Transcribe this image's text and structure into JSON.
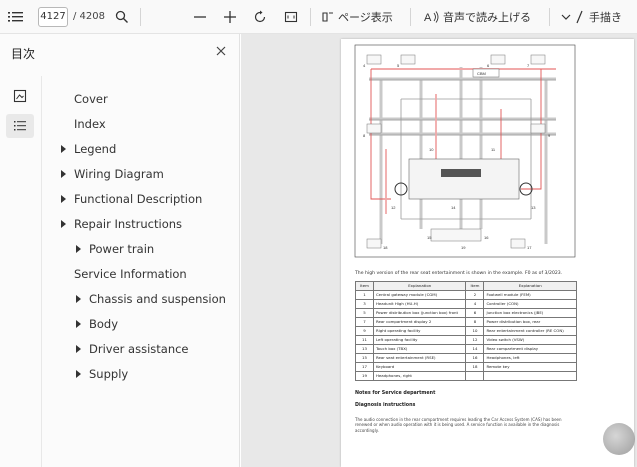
{
  "toolbar": {
    "current_page": "4127",
    "total_pages": "/ 4208",
    "page_view_label": "ページ表示",
    "read_aloud_label": "音声で読み上げる",
    "draw_label": "手描き"
  },
  "sidebar": {
    "title": "目次",
    "items": [
      {
        "label": "Cover"
      },
      {
        "label": "Index"
      },
      {
        "label": "Legend"
      },
      {
        "label": "Wiring Diagram"
      },
      {
        "label": "Functional Description"
      },
      {
        "label": "Repair Instructions"
      },
      {
        "label": "Power train"
      },
      {
        "label": "Service Information"
      },
      {
        "label": "Chassis and suspension"
      },
      {
        "label": "Body"
      },
      {
        "label": "Driver assistance"
      },
      {
        "label": "Supply"
      }
    ]
  },
  "document": {
    "diagram": {
      "labels": [
        "4",
        "5",
        "6",
        "7",
        "8",
        "9",
        "10",
        "11",
        "12",
        "13",
        "14",
        "15",
        "16",
        "17",
        "18",
        "19"
      ],
      "box_label": "CBM"
    },
    "caption": "The high version of the rear seat entertainment is shown in the example. F0 as of 3/2023.",
    "table": {
      "headers": [
        "Item",
        "Explanation",
        "Item",
        "Explanation"
      ],
      "rows": [
        [
          "1",
          "Central gateway module (CGM)",
          "2",
          "Footwell module (FEM)"
        ],
        [
          "3",
          "Headunit High (HU-H)",
          "4",
          "Controller (CON)"
        ],
        [
          "5",
          "Power distribution box (junction box) front",
          "6",
          "Junction box electronics (JBE)"
        ],
        [
          "7",
          "Rear compartment display 2",
          "8",
          "Power distribution box, rear"
        ],
        [
          "9",
          "Right operating facility",
          "10",
          "Rear entertainment controller (RE CON)"
        ],
        [
          "11",
          "Left operating facility",
          "12",
          "Video switch (VSW)"
        ],
        [
          "13",
          "Touch box (TBX)",
          "14",
          "Rear compartment display"
        ],
        [
          "15",
          "Rear seat entertainment (RSE)",
          "16",
          "Headphones, left"
        ],
        [
          "17",
          "Keyboard",
          "18",
          "Remote key"
        ],
        [
          "19",
          "Headphones, right",
          "",
          ""
        ]
      ]
    },
    "notes_heading": "Notes for Service department",
    "diag_heading": "Diagnosis instructions",
    "notes_text": "The audio connection in the rear compartment requires leading the Car Access System (CAS) has been renewed or when audio operation with it is being used. A service function is available in the diagnosis accordingly."
  },
  "colors": {
    "wire_red": "#e05555",
    "wire_pink": "#f1a9a9",
    "wire_grey": "#9a9a9a",
    "wire_light": "#c9c9c9"
  }
}
